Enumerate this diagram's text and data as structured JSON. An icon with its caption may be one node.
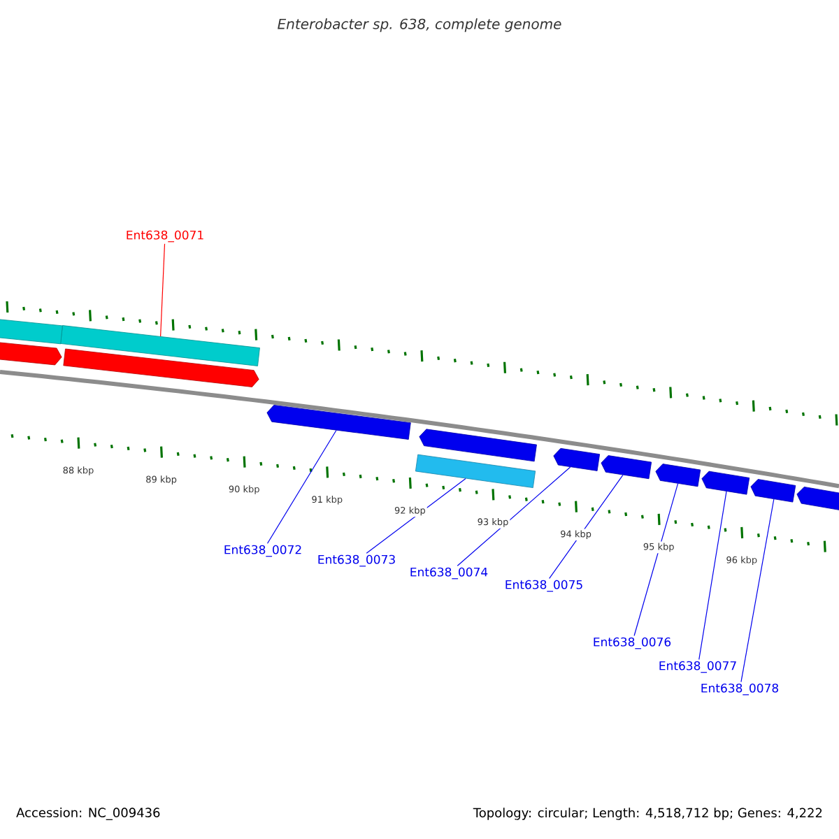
{
  "diagram": {
    "title": "Enterobacter sp. 638, complete genome",
    "nodes": [
      {
        "text": [
          "Ent638_0071"
        ]
      },
      {
        "text": [
          "Ent638_0072"
        ]
      },
      {
        "text": [
          "Ent638_0073"
        ]
      },
      {
        "text": [
          "Ent638_0074"
        ]
      },
      {
        "text": [
          "Ent638_0075"
        ]
      },
      {
        "text": [
          "Ent638_0076"
        ]
      },
      {
        "text": [
          "Ent638_0077"
        ]
      },
      {
        "text": [
          "Ent638_0078"
        ]
      },
      {
        "text": [],
        "shape": "bar"
      },
      {
        "text": [],
        "shape": "pentagon"
      },
      {
        "text": [],
        "shape": "bar"
      },
      {
        "text": [],
        "shape": "pentagon"
      },
      {
        "text": [],
        "shape": "pentagon"
      },
      {
        "text": [],
        "shape": "pentagon"
      },
      {
        "text": [],
        "shape": "pentagon"
      },
      {
        "text": [],
        "shape": "pentagon"
      },
      {
        "text": [],
        "shape": "bar"
      },
      {
        "text": [],
        "shape": "pentagon"
      },
      {
        "text": [],
        "shape": "pentagon"
      },
      {
        "text": [],
        "shape": "pentagon"
      },
      {
        "text": [],
        "shape": "pentagon"
      }
    ],
    "edges": [
      {
        "from": 0,
        "to": 8,
        "arrow": "none",
        "color": "#ff0000"
      },
      {
        "from": 1,
        "to": 9,
        "arrow": "none"
      },
      {
        "from": 2,
        "to": 10,
        "arrow": "none"
      },
      {
        "from": 3,
        "to": 11,
        "arrow": "none"
      },
      {
        "from": 4,
        "to": 12,
        "arrow": "none"
      },
      {
        "from": 5,
        "to": 13,
        "arrow": "none"
      },
      {
        "from": 6,
        "to": 14,
        "arrow": "none"
      },
      {
        "from": 7,
        "to": 15,
        "arrow": "none"
      }
    ],
    "labels": [
      "88 kbp",
      "89 kbp",
      "90 kbp",
      "91 kbp",
      "92 kbp",
      "93 kbp",
      "94 kbp",
      "95 kbp",
      "96 kbp",
      "Accession: NC_009436",
      "Topology: circular; Length: 4,518,712 bp; Genes: 4,222"
    ]
  }
}
